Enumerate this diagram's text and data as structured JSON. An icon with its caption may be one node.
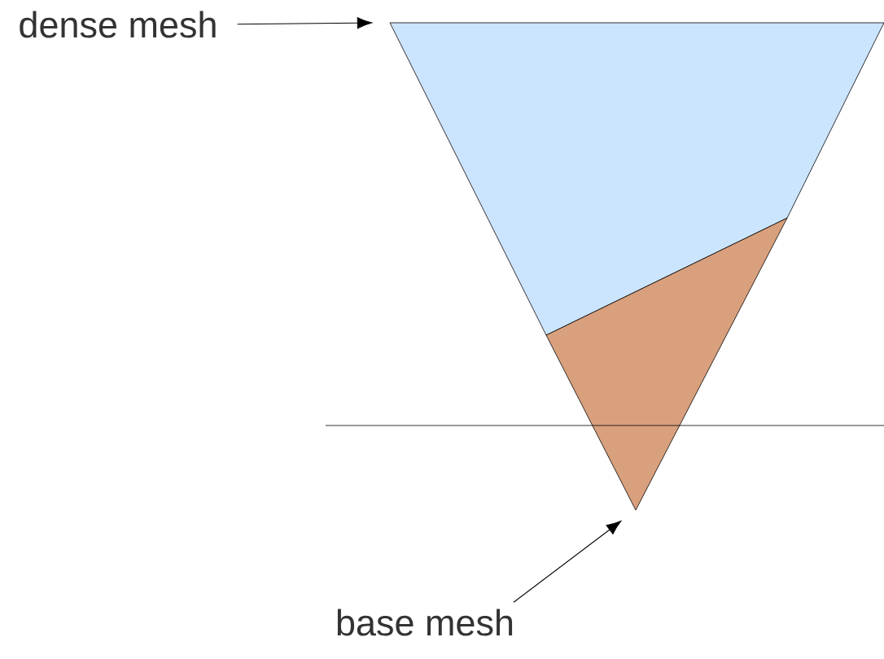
{
  "diagram": {
    "nodes": [
      {
        "text": [
          "dense mesh"
        ]
      },
      {
        "text": [],
        "shape": "trapezoid"
      },
      {
        "text": [],
        "shape": "triangle"
      },
      {
        "text": [
          "base mesh"
        ]
      }
    ],
    "edges": [
      {
        "from": 0,
        "to": 1,
        "arrow": "to"
      },
      {
        "from": 3,
        "to": 2,
        "arrow": "to"
      }
    ]
  }
}
